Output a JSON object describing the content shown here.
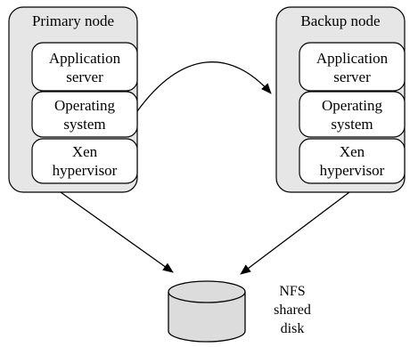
{
  "nodes": {
    "primary": {
      "title": "Primary node",
      "layers": [
        {
          "line1": "Application",
          "line2": "server"
        },
        {
          "line1": "Operating",
          "line2": "system"
        },
        {
          "line1": "Xen",
          "line2": "hypervisor"
        }
      ]
    },
    "backup": {
      "title": "Backup node",
      "layers": [
        {
          "line1": "Application",
          "line2": "server"
        },
        {
          "line1": "Operating",
          "line2": "system"
        },
        {
          "line1": "Xen",
          "line2": "hypervisor"
        }
      ]
    }
  },
  "storage": {
    "line1": "NFS",
    "line2": "shared",
    "line3": "disk"
  },
  "colors": {
    "node_fill": "#e6e6e6",
    "component_fill": "#ffffff",
    "stroke": "#000000",
    "disk_fill": "#dcdcdc"
  }
}
